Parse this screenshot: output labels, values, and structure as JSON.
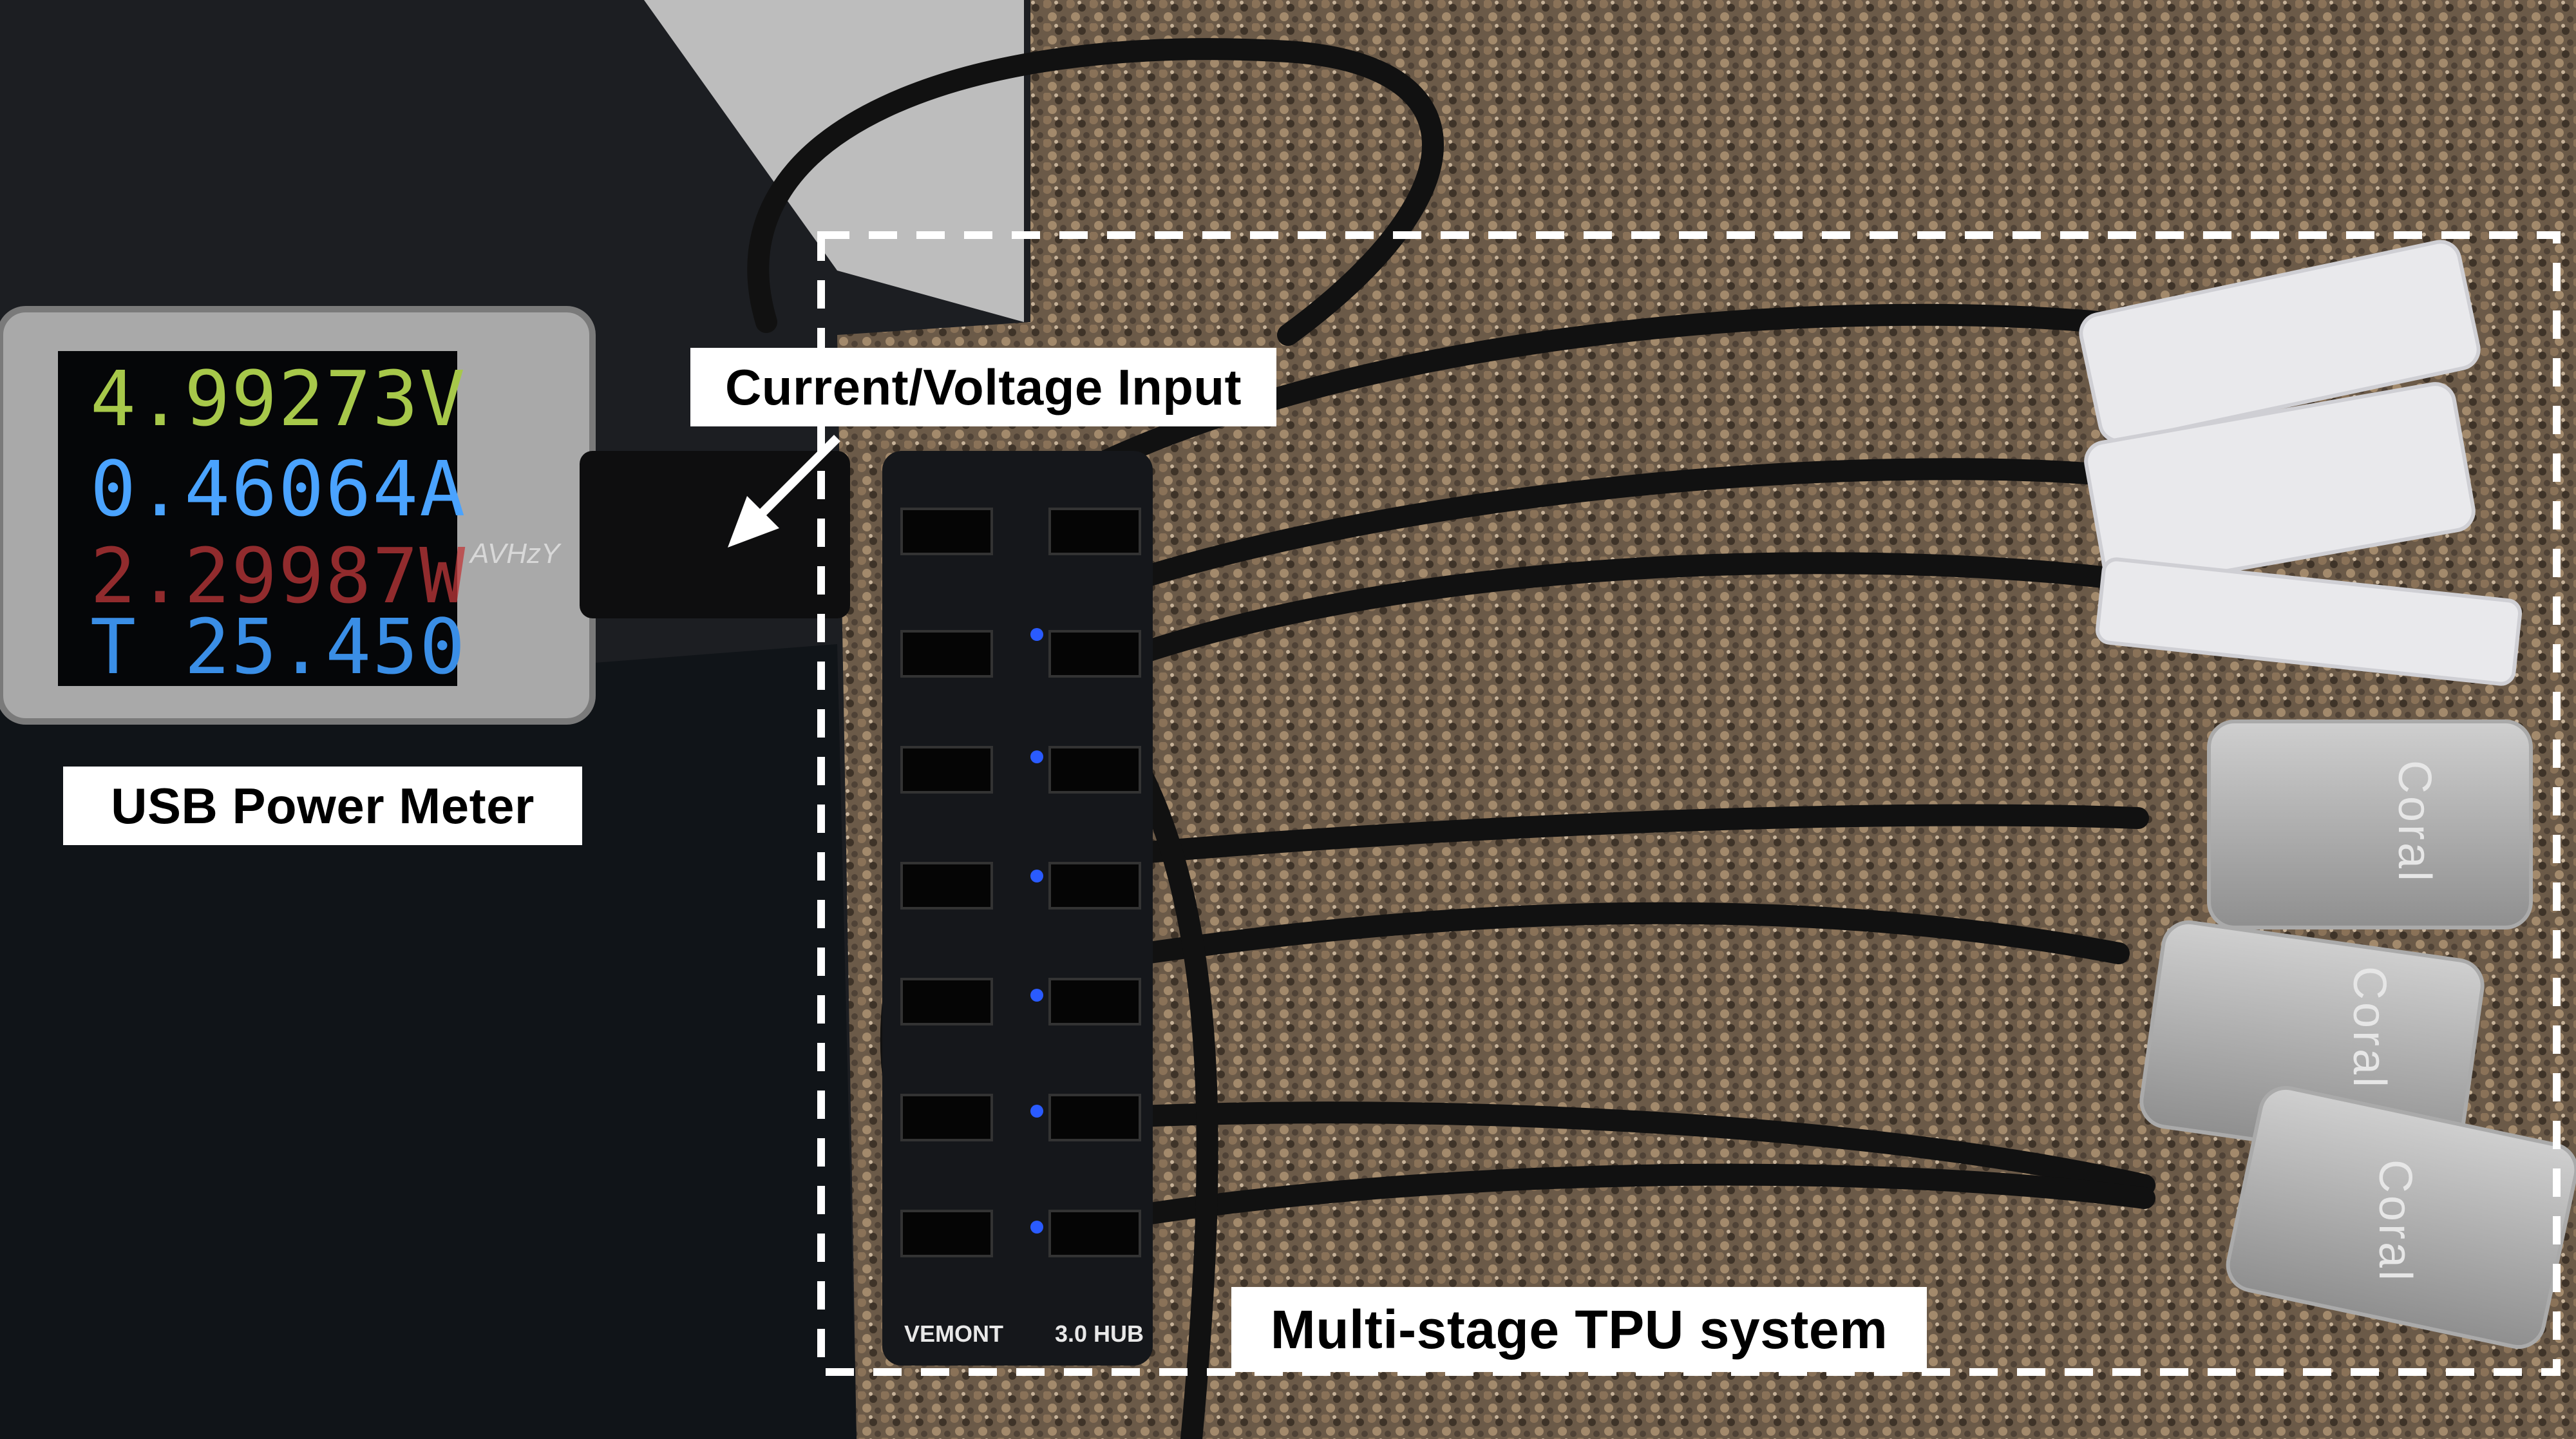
{
  "labels": {
    "current_voltage_input": "Current/Voltage Input",
    "usb_power_meter": "USB Power Meter",
    "multi_stage_tpu": "Multi-stage TPU system"
  },
  "meter": {
    "voltage": "4.99273V",
    "current": "0.46064A",
    "power": "2.29987W",
    "temperature": "T 25.450",
    "brand": "AVHzY"
  },
  "hub": {
    "brand": "VEMONT",
    "model": "3.0 HUB"
  },
  "devices": {
    "coral_label": "Coral"
  },
  "colors": {
    "carpet": "#6b5a48",
    "label_bg": "#ffffff",
    "dashed_outline": "#ffffff",
    "led": "#2a5bff",
    "cable": "#111111"
  }
}
